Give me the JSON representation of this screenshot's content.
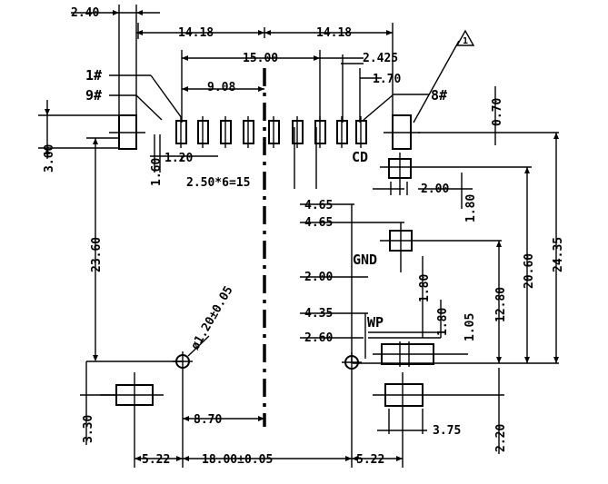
{
  "dimensions": {
    "d_2_40": "2.40",
    "d_14_18_left": "14.18",
    "d_14_18_right": "14.18",
    "d_15_00": "15.00",
    "d_2_425": "2.425",
    "d_1_70": "1.70",
    "d_9_08": "9.08",
    "d_0_70": "0.70",
    "d_1_20": "1.20",
    "d_1_60": "1.60",
    "d_3_60": "3.60",
    "d_pitch": "2.50*6=15",
    "d_2_00_top": "2.00",
    "d_1_80_top": "1.80",
    "d_4_65_a": "4.65",
    "d_4_65_b": "4.65",
    "d_23_60": "23.60",
    "d_20_60": "20.60",
    "d_24_35": "24.35",
    "d_2_00_mid": "2.00",
    "d_1_80_mid": "1.80",
    "d_1_80_mid2": "1.80",
    "d_12_80": "12.80",
    "d_4_35": "4.35",
    "d_2_60": "2.60",
    "d_1_05": "1.05",
    "d_hole": "ø1.20±0.05",
    "d_3_30": "3.30",
    "d_8_70": "8.70",
    "d_3_75": "3.75",
    "d_2_20": "2.20",
    "d_5_22_left": "5.22",
    "d_18_00": "18.00±0.05",
    "d_5_22_right": "5.22"
  },
  "labels": {
    "pin1": "1#",
    "pin9": "9#",
    "pin8": "8#",
    "cd": "CD",
    "gnd": "GND",
    "wp": "WP",
    "triangle_note": "1"
  }
}
